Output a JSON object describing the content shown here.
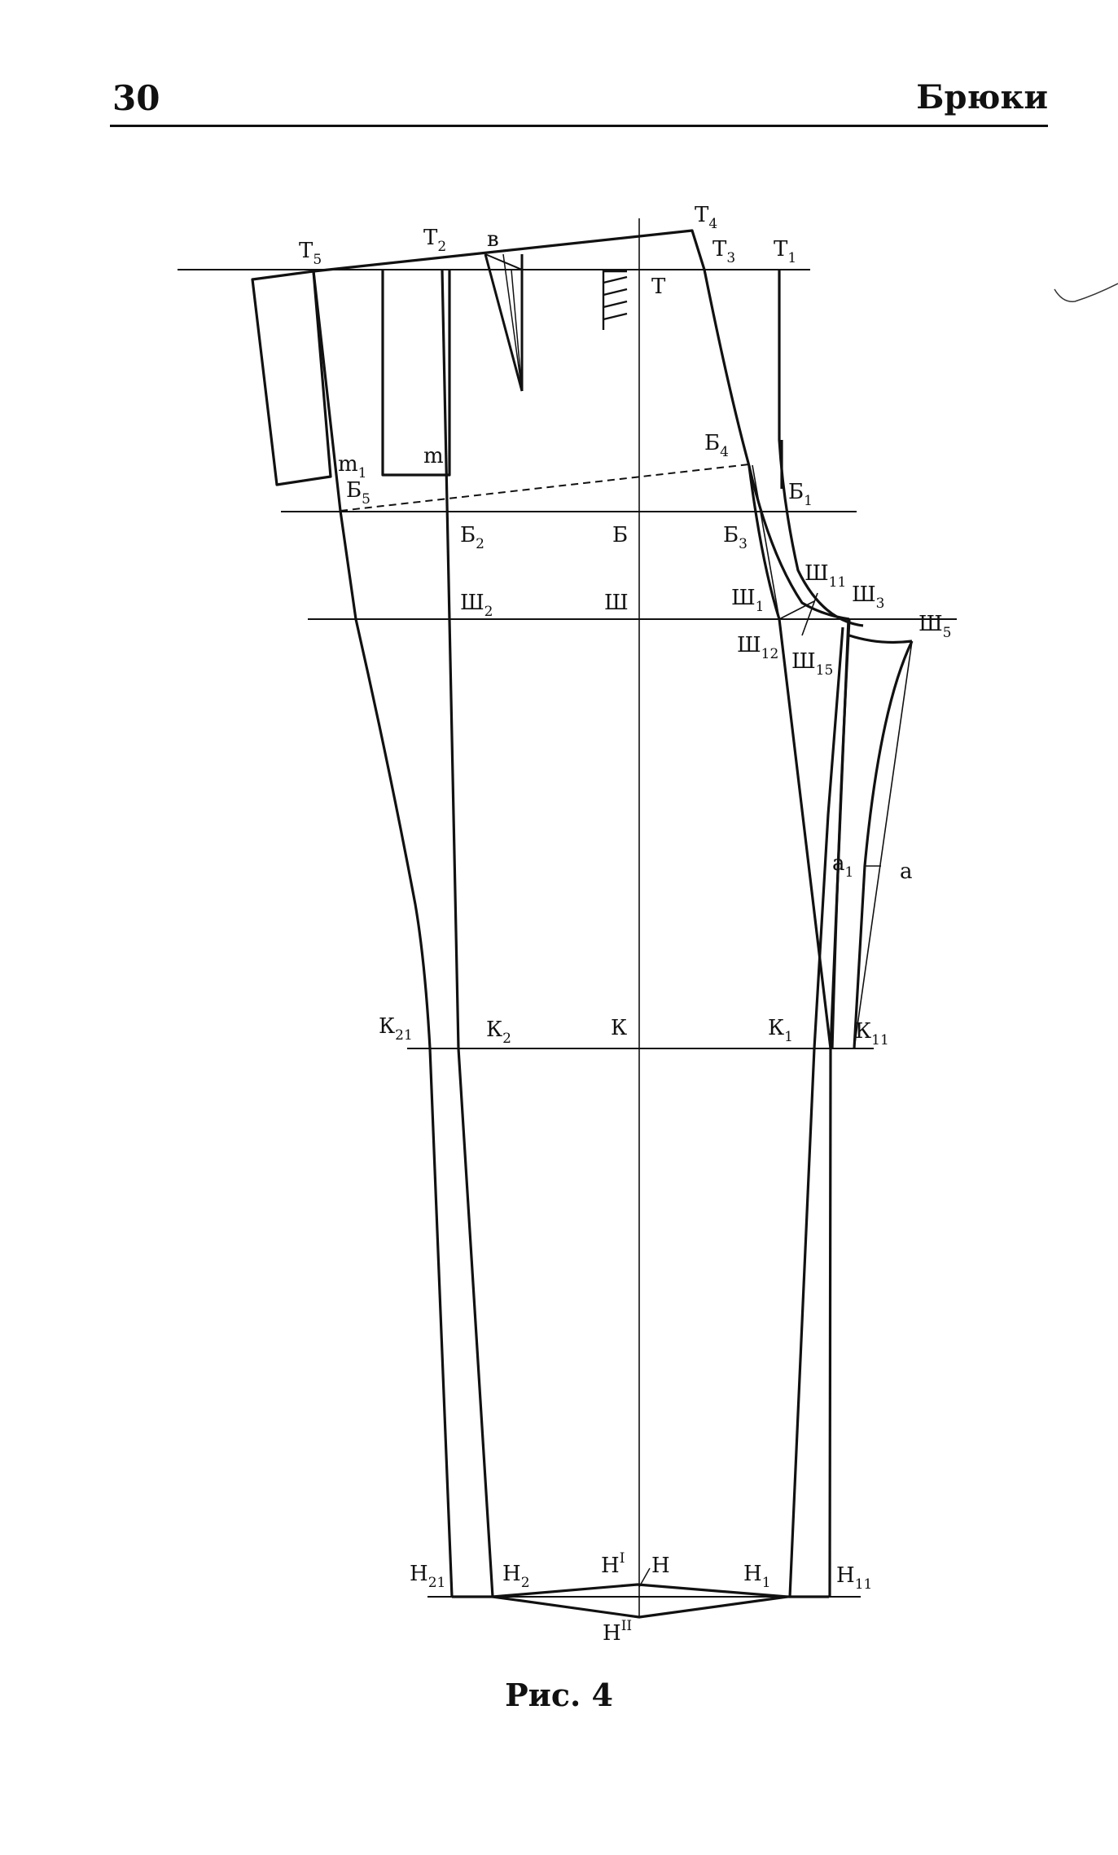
{
  "page": {
    "number": "30",
    "section_title": "Брюки",
    "caption": "Рис. 4"
  },
  "points": {
    "T": "Т",
    "T1": "Т1",
    "T2": "Т2",
    "T3": "Т3",
    "T4": "Т4",
    "T5": "Т5",
    "v": "в",
    "m": "m",
    "m1": "m1",
    "B": "Б",
    "B1": "Б1",
    "B2": "Б2",
    "B3": "Б3",
    "B4": "Б4",
    "B5": "Б5",
    "Sh": "Ш",
    "Sh1": "Ш1",
    "Sh2": "Ш2",
    "Sh3": "Ш3",
    "Sh5": "Ш5",
    "Sh11": "Ш11",
    "Sh12": "Ш12",
    "Sh15": "Ш15",
    "a": "а",
    "a1": "а1",
    "K": "К",
    "K1": "К1",
    "K2": "К2",
    "K11": "К11",
    "K21": "К21",
    "H": "Н",
    "HI": "НI",
    "HII": "НII",
    "H1": "Н1",
    "H2": "Н2",
    "H11": "Н11",
    "H21": "Н21"
  }
}
